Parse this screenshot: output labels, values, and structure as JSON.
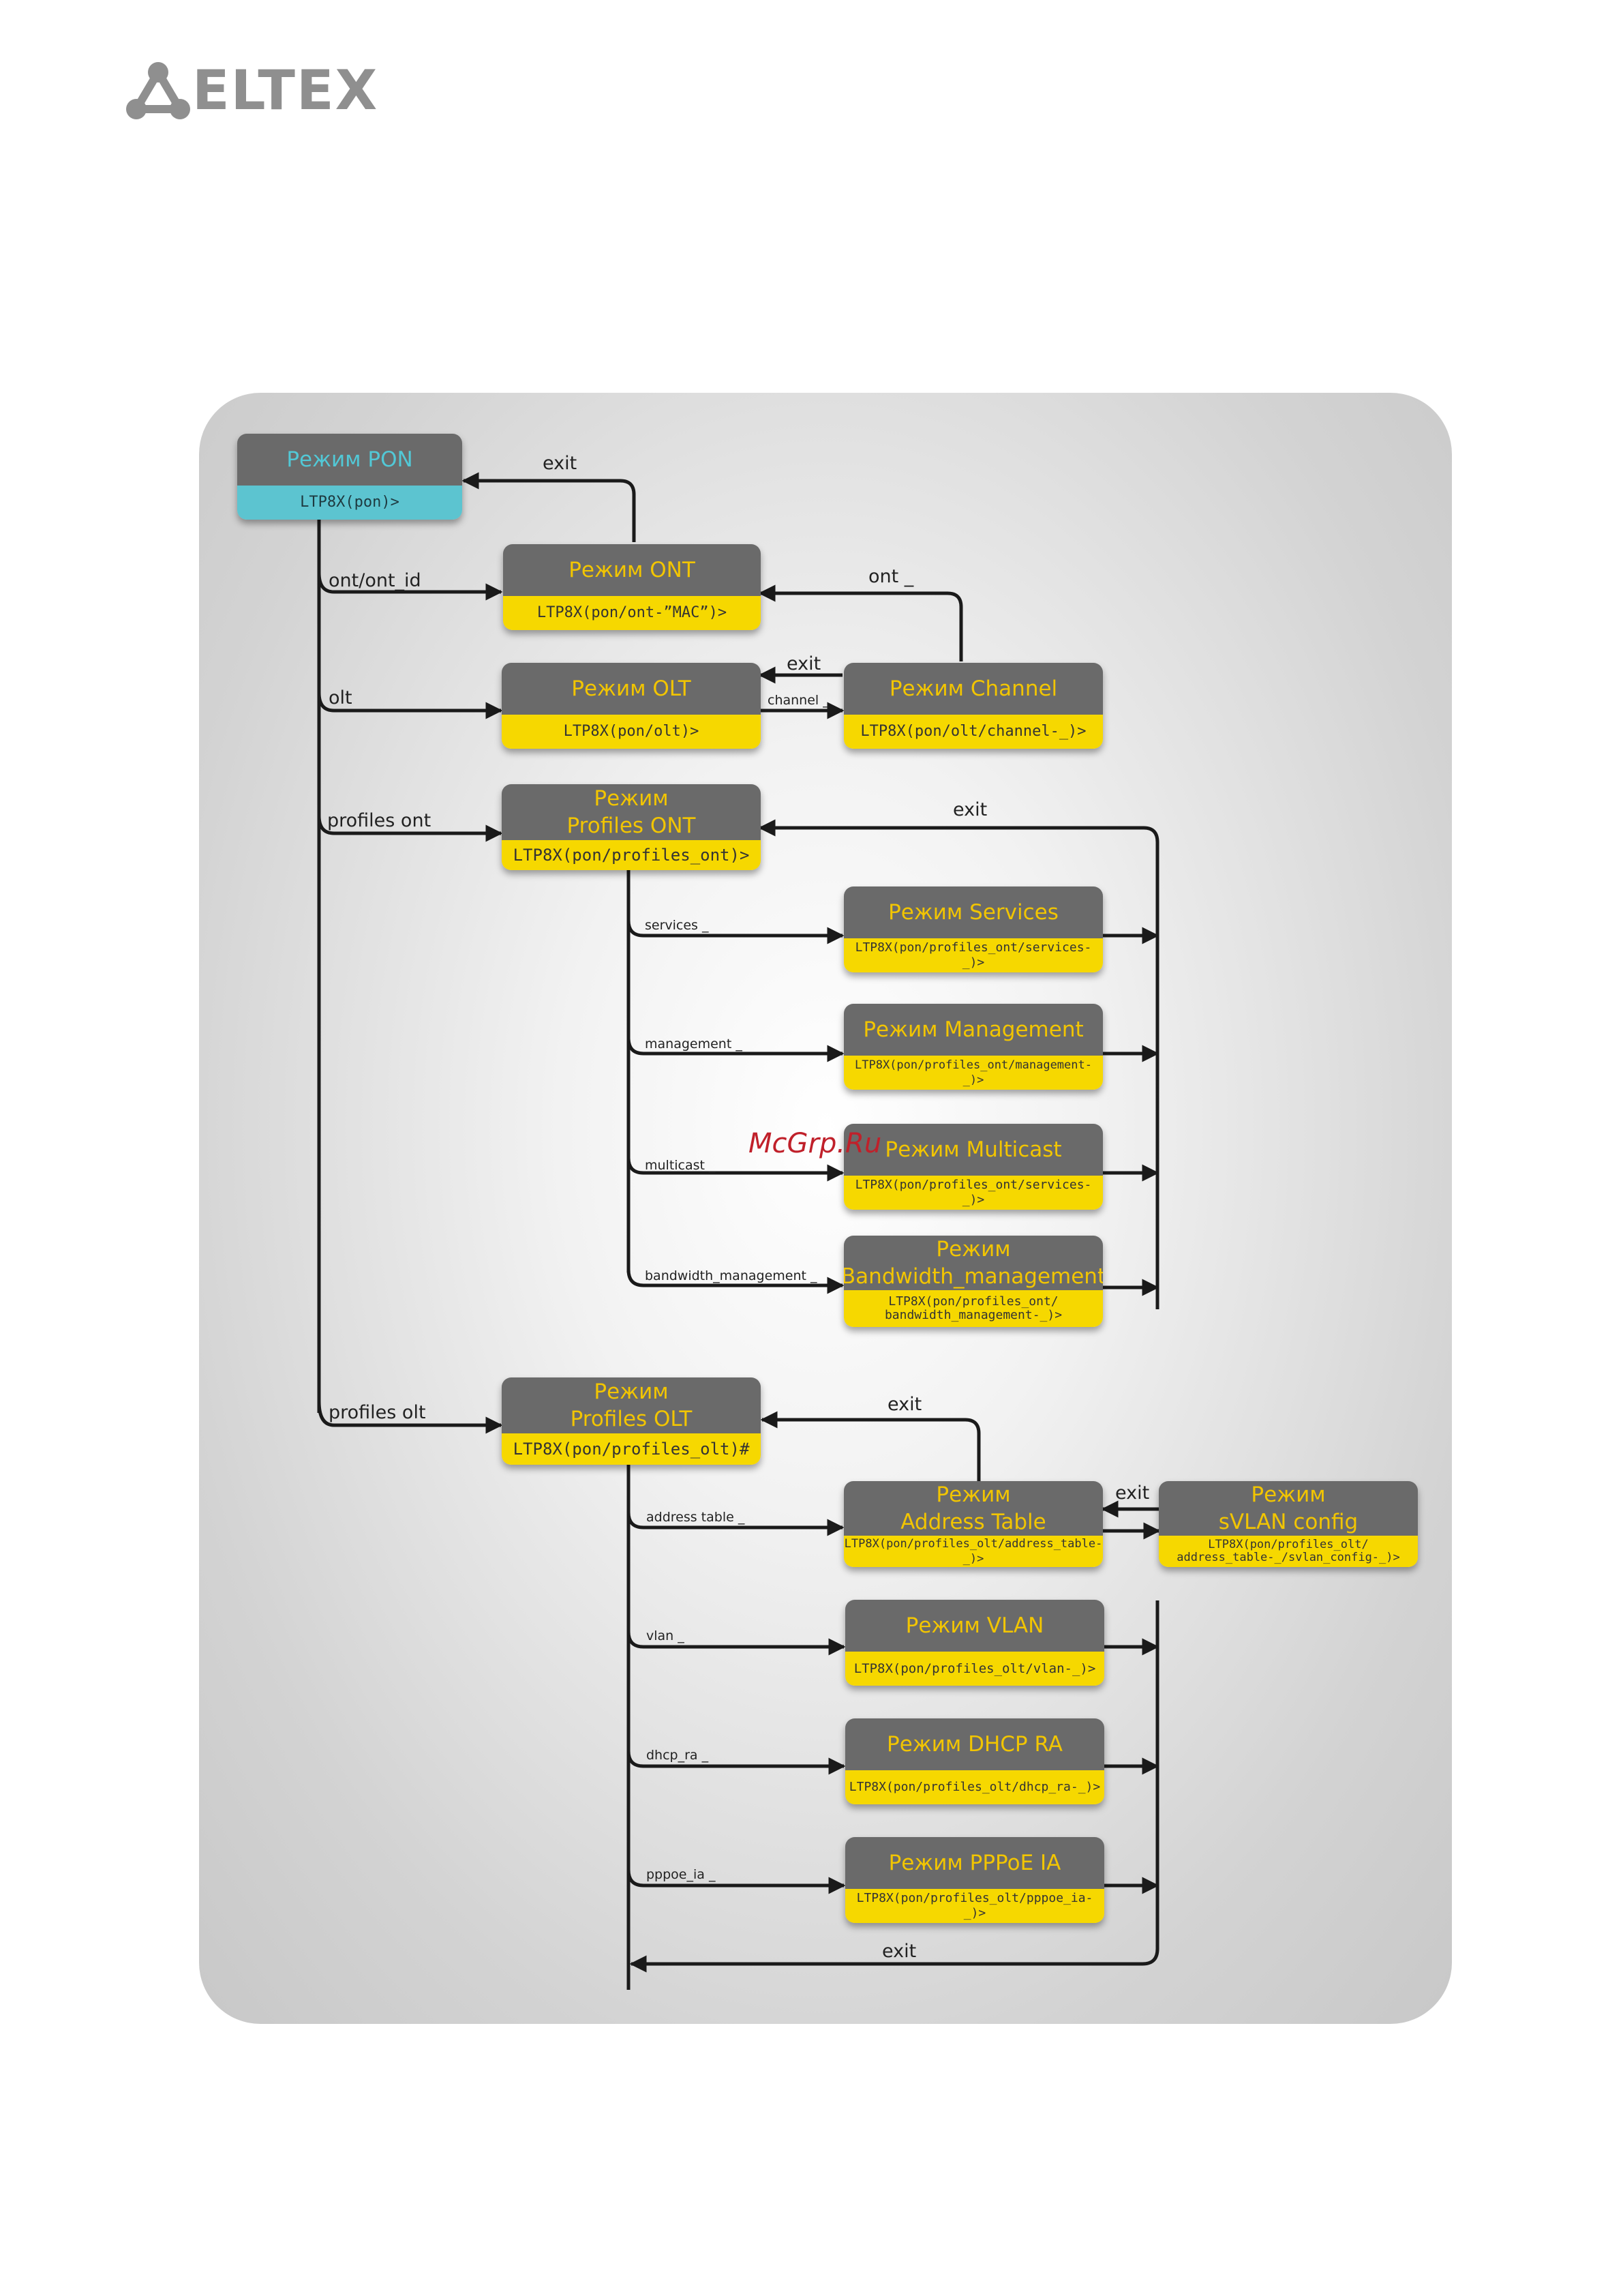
{
  "brand": {
    "logo_text": "ELTEX"
  },
  "watermark": "McGrp.Ru",
  "nodes": {
    "pon": {
      "title": "Режим PON",
      "prompt": "LTP8X(pon)>"
    },
    "ont": {
      "title": "Режим  ONT",
      "prompt": "LTP8X(pon/ont-”MAC”)>"
    },
    "olt": {
      "title": "Режим  OLT",
      "prompt": "LTP8X(pon/olt)>"
    },
    "channel": {
      "title": "Режим Channel",
      "prompt": "LTP8X(pon/olt/channel-_)>"
    },
    "profiles_ont": {
      "title": "Режим\nProfiles ONT",
      "prompt": "LTP8X(pon/profiles_ont)>"
    },
    "services": {
      "title": "Режим Services",
      "prompt": "LTP8X(pon/profiles_ont/services-_)>"
    },
    "management": {
      "title": "Режим Management",
      "prompt": "LTP8X(pon/profiles_ont/management-_)>"
    },
    "multicast": {
      "title": "Режим Multicast",
      "prompt": "LTP8X(pon/profiles_ont/services-_)>"
    },
    "bandwidth": {
      "title": "Режим\nBandwidth_management",
      "prompt": "LTP8X(pon/profiles_ont/\nbandwidth_management-_)>"
    },
    "profiles_olt": {
      "title": "Режим\nProfiles OLT",
      "prompt": "LTP8X(pon/profiles_olt)#"
    },
    "address_table": {
      "title": "Режим\nAddress Table",
      "prompt": "LTP8X(pon/profiles_olt/address_table-_)>"
    },
    "svlan": {
      "title": "Режим\nsVLAN config",
      "prompt": "LTP8X(pon/profiles_olt/\naddress_table-_/svlan_config-_)>"
    },
    "vlan": {
      "title": "Режим VLAN",
      "prompt": "LTP8X(pon/profiles_olt/vlan-_)>"
    },
    "dhcp": {
      "title": "Режим DHCP RA",
      "prompt": "LTP8X(pon/profiles_olt/dhcp_ra-_)>"
    },
    "pppoe": {
      "title": "Режим PPPoE IA",
      "prompt": "LTP8X(pon/profiles_olt/pppoe_ia-_)>"
    }
  },
  "edges": {
    "exit_ont_pon": "exit",
    "ont_id": "ont/ont_id",
    "ont_channel": "ont _",
    "exit_channel_olt": "exit",
    "olt": "olt",
    "channel": "channel _",
    "profiles_ont": "profiles ont",
    "exit_profiles_ont": "exit",
    "services": "services _",
    "management": "management _",
    "multicast": "multicast _",
    "bandwidth": "bandwidth_management _",
    "profiles_olt": "profiles olt",
    "exit_address_table": "exit",
    "address_table": "address table _",
    "exit_svlan": "exit",
    "vlan": "vlan _",
    "dhcp": "dhcp_ra _",
    "pppoe": "pppoe_ia _",
    "exit_bottom": "exit"
  }
}
